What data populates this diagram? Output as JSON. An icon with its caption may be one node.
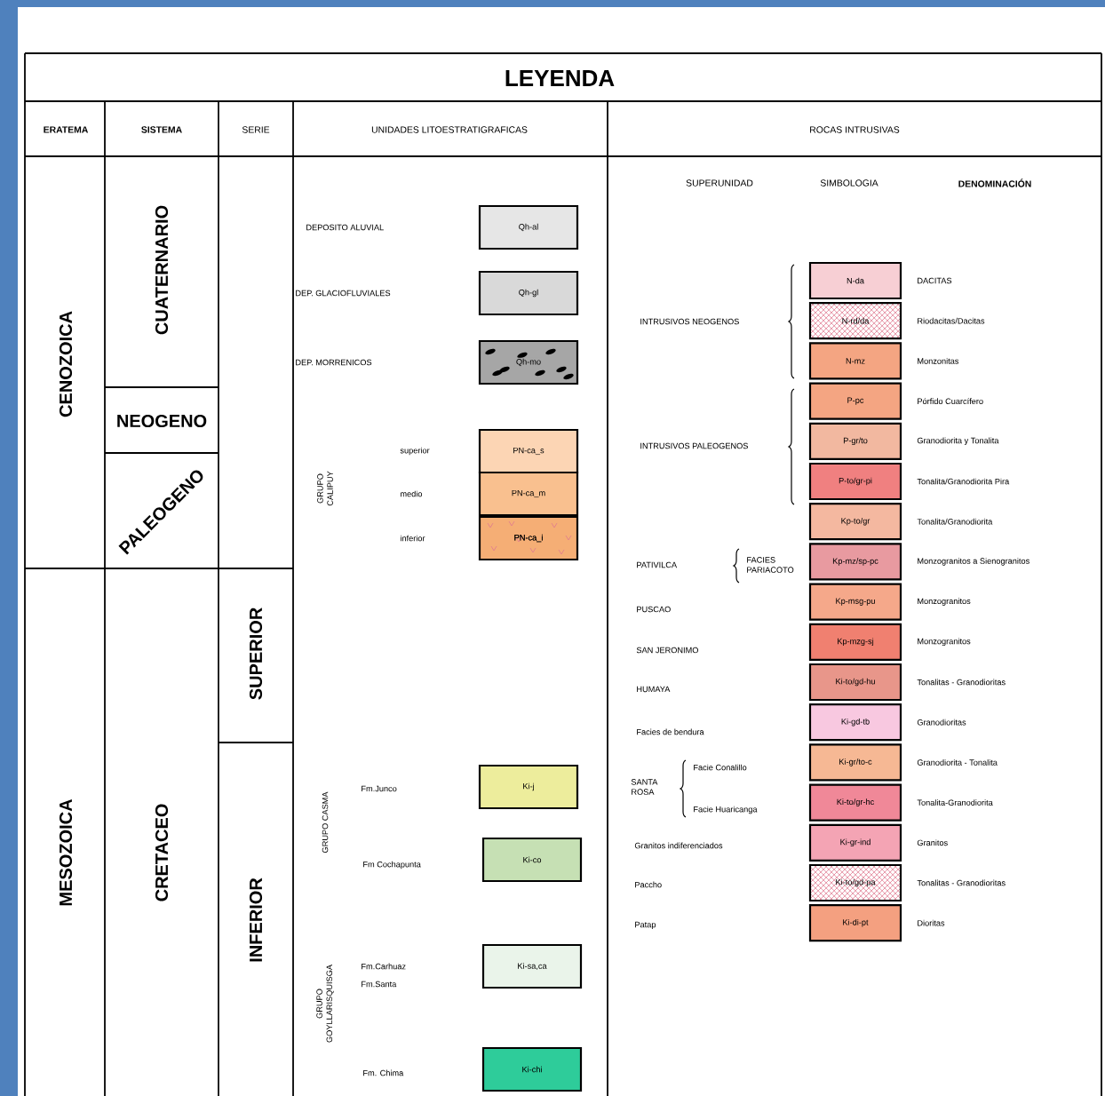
{
  "diagram": {
    "title": "LEYENDA",
    "nodes": [
      {
        "text": [
          "Qh-al"
        ]
      },
      {
        "text": [
          "Qh-gl"
        ]
      },
      {
        "text": [
          "Qh-mo"
        ]
      },
      {
        "text": [
          "PN-ca_s"
        ]
      },
      {
        "text": [
          "PN-ca_m"
        ]
      },
      {
        "text": [
          "PN-ca_i"
        ]
      },
      {
        "text": [
          "Ki-j"
        ]
      },
      {
        "text": [
          "Ki-co"
        ]
      },
      {
        "text": [
          "Ki-sa,ca"
        ]
      },
      {
        "text": [
          "Ki-chi"
        ]
      },
      {
        "text": [
          "N-da"
        ],
        "beside": [
          "DACITAS"
        ]
      },
      {
        "text": [
          "N-rd/da"
        ],
        "beside": [
          "Riodacitas/Dacitas"
        ]
      },
      {
        "text": [
          "N-mz"
        ],
        "beside": [
          "Monzonitas"
        ]
      },
      {
        "text": [
          "P-pc"
        ],
        "beside": [
          "Pórfido Cuarcífero"
        ]
      },
      {
        "text": [
          "P-gr/to"
        ],
        "beside": [
          "Granodiorita y Tonalita"
        ]
      },
      {
        "text": [
          "P-to/gr-pi"
        ],
        "beside": [
          "Tonalita/Granodiorita Pira"
        ]
      },
      {
        "text": [
          "Kp-to/gr"
        ],
        "beside": [
          "Tonalita/Granodiorita"
        ]
      },
      {
        "text": [
          "Kp-mz/sp-pc"
        ],
        "beside": [
          "Monzogranitos a Sienogranitos"
        ]
      },
      {
        "text": [
          "Kp-msg-pu"
        ],
        "beside": [
          "Monzogranitos"
        ]
      },
      {
        "text": [
          "Kp-mzg-sj"
        ],
        "beside": [
          "Monzogranitos"
        ]
      },
      {
        "text": [
          "Ki-to/gd-hu"
        ],
        "beside": [
          "Tonalitas - Granodioritas"
        ]
      },
      {
        "text": [
          "Ki-gd-tb"
        ],
        "beside": [
          "Granodioritas"
        ]
      },
      {
        "text": [
          "Ki-gr/to-c"
        ],
        "beside": [
          "Granodiorita - Tonalita"
        ]
      },
      {
        "text": [
          "Ki-to/gr-hc"
        ],
        "beside": [
          "Tonalita-Granodiorita"
        ]
      },
      {
        "text": [
          "Ki-gr-ind"
        ],
        "beside": [
          "Granitos"
        ]
      },
      {
        "text": [
          "Ki-to/gd-pa"
        ],
        "beside": [
          "Tonalitas - Granodioritas"
        ]
      },
      {
        "text": [
          "Ki-di-pt"
        ],
        "beside": [
          "Dioritas"
        ]
      }
    ],
    "labels": [
      "ERATEMA",
      "SISTEMA",
      "SERIE",
      "UNIDADES LITOESTRATIGRAFICAS",
      "ROCAS INTRUSIVAS",
      "CENOZOICA",
      "CUATERNARIO",
      "NEOGENO",
      "PALEOGENO",
      "MESOZOICA",
      "CRETACEO",
      "SUPERIOR",
      "INFERIOR",
      "GRUPO CALIPUY",
      "GRUPO CASMA",
      "GRUPO GOYLLARISQUISGA",
      "SUPERUNIDAD",
      "SIMBOLOGIA",
      "DENOMINACIÓN",
      "INTRUSIVOS NEOGENOS",
      "INTRUSIVOS PALEOGENOS",
      "PATIVILCA",
      "FACIES PARIACOTO",
      "PUSCAO",
      "SAN JERONIMO",
      "HUMAYA",
      "Facies de bendura",
      "SANTA ROSA",
      "Facie Conalillo",
      "Facie Huaricanga",
      "Granitos indiferenciados",
      "Paccho",
      "Patap",
      "DEPOSITO ALUVIAL",
      "DEP. GLACIOFLUVIALES",
      "DEP. MORRENICOS",
      "superior",
      "medio",
      "inferior",
      "Fm.Junco",
      "Fm Cochapunta",
      "Fm.Carhuaz",
      "Fm.Santa",
      "Fm. Chima"
    ]
  }
}
